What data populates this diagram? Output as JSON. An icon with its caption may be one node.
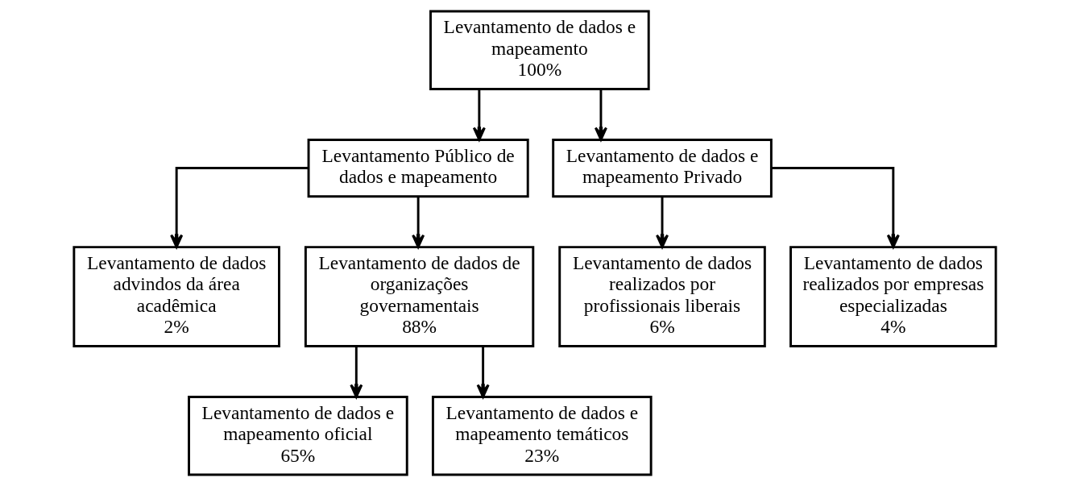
{
  "diagram": {
    "nodes": [
      {
        "text": [
          "Levantamento de dados e mapeamento",
          "100%"
        ]
      },
      {
        "text": [
          "Levantamento Público de dados e mapeamento"
        ]
      },
      {
        "text": [
          "Levantamento de dados e mapeamento Privado"
        ]
      },
      {
        "text": [
          "Levantamento de dados advindos da área acadêmica",
          "2%"
        ]
      },
      {
        "text": [
          "Levantamento de dados de organizações governamentais",
          "88%"
        ]
      },
      {
        "text": [
          "Levantamento de dados realizados por profissionais liberais",
          "6%"
        ]
      },
      {
        "text": [
          "Levantamento de dados realizados por empresas especializadas",
          "4%"
        ]
      },
      {
        "text": [
          "Levantamento de dados e mapeamento oficial",
          "65%"
        ]
      },
      {
        "text": [
          "Levantamento de dados e mapeamento temáticos",
          "23%"
        ]
      }
    ],
    "edges": [
      {
        "from": 0,
        "to": 1,
        "arrow": "to"
      },
      {
        "from": 0,
        "to": 2,
        "arrow": "to"
      },
      {
        "from": 1,
        "to": 3,
        "arrow": "to"
      },
      {
        "from": 1,
        "to": 4,
        "arrow": "to"
      },
      {
        "from": 2,
        "to": 5,
        "arrow": "to"
      },
      {
        "from": 2,
        "to": 6,
        "arrow": "to"
      },
      {
        "from": 4,
        "to": 7,
        "arrow": "to"
      },
      {
        "from": 4,
        "to": 8,
        "arrow": "to"
      }
    ]
  }
}
